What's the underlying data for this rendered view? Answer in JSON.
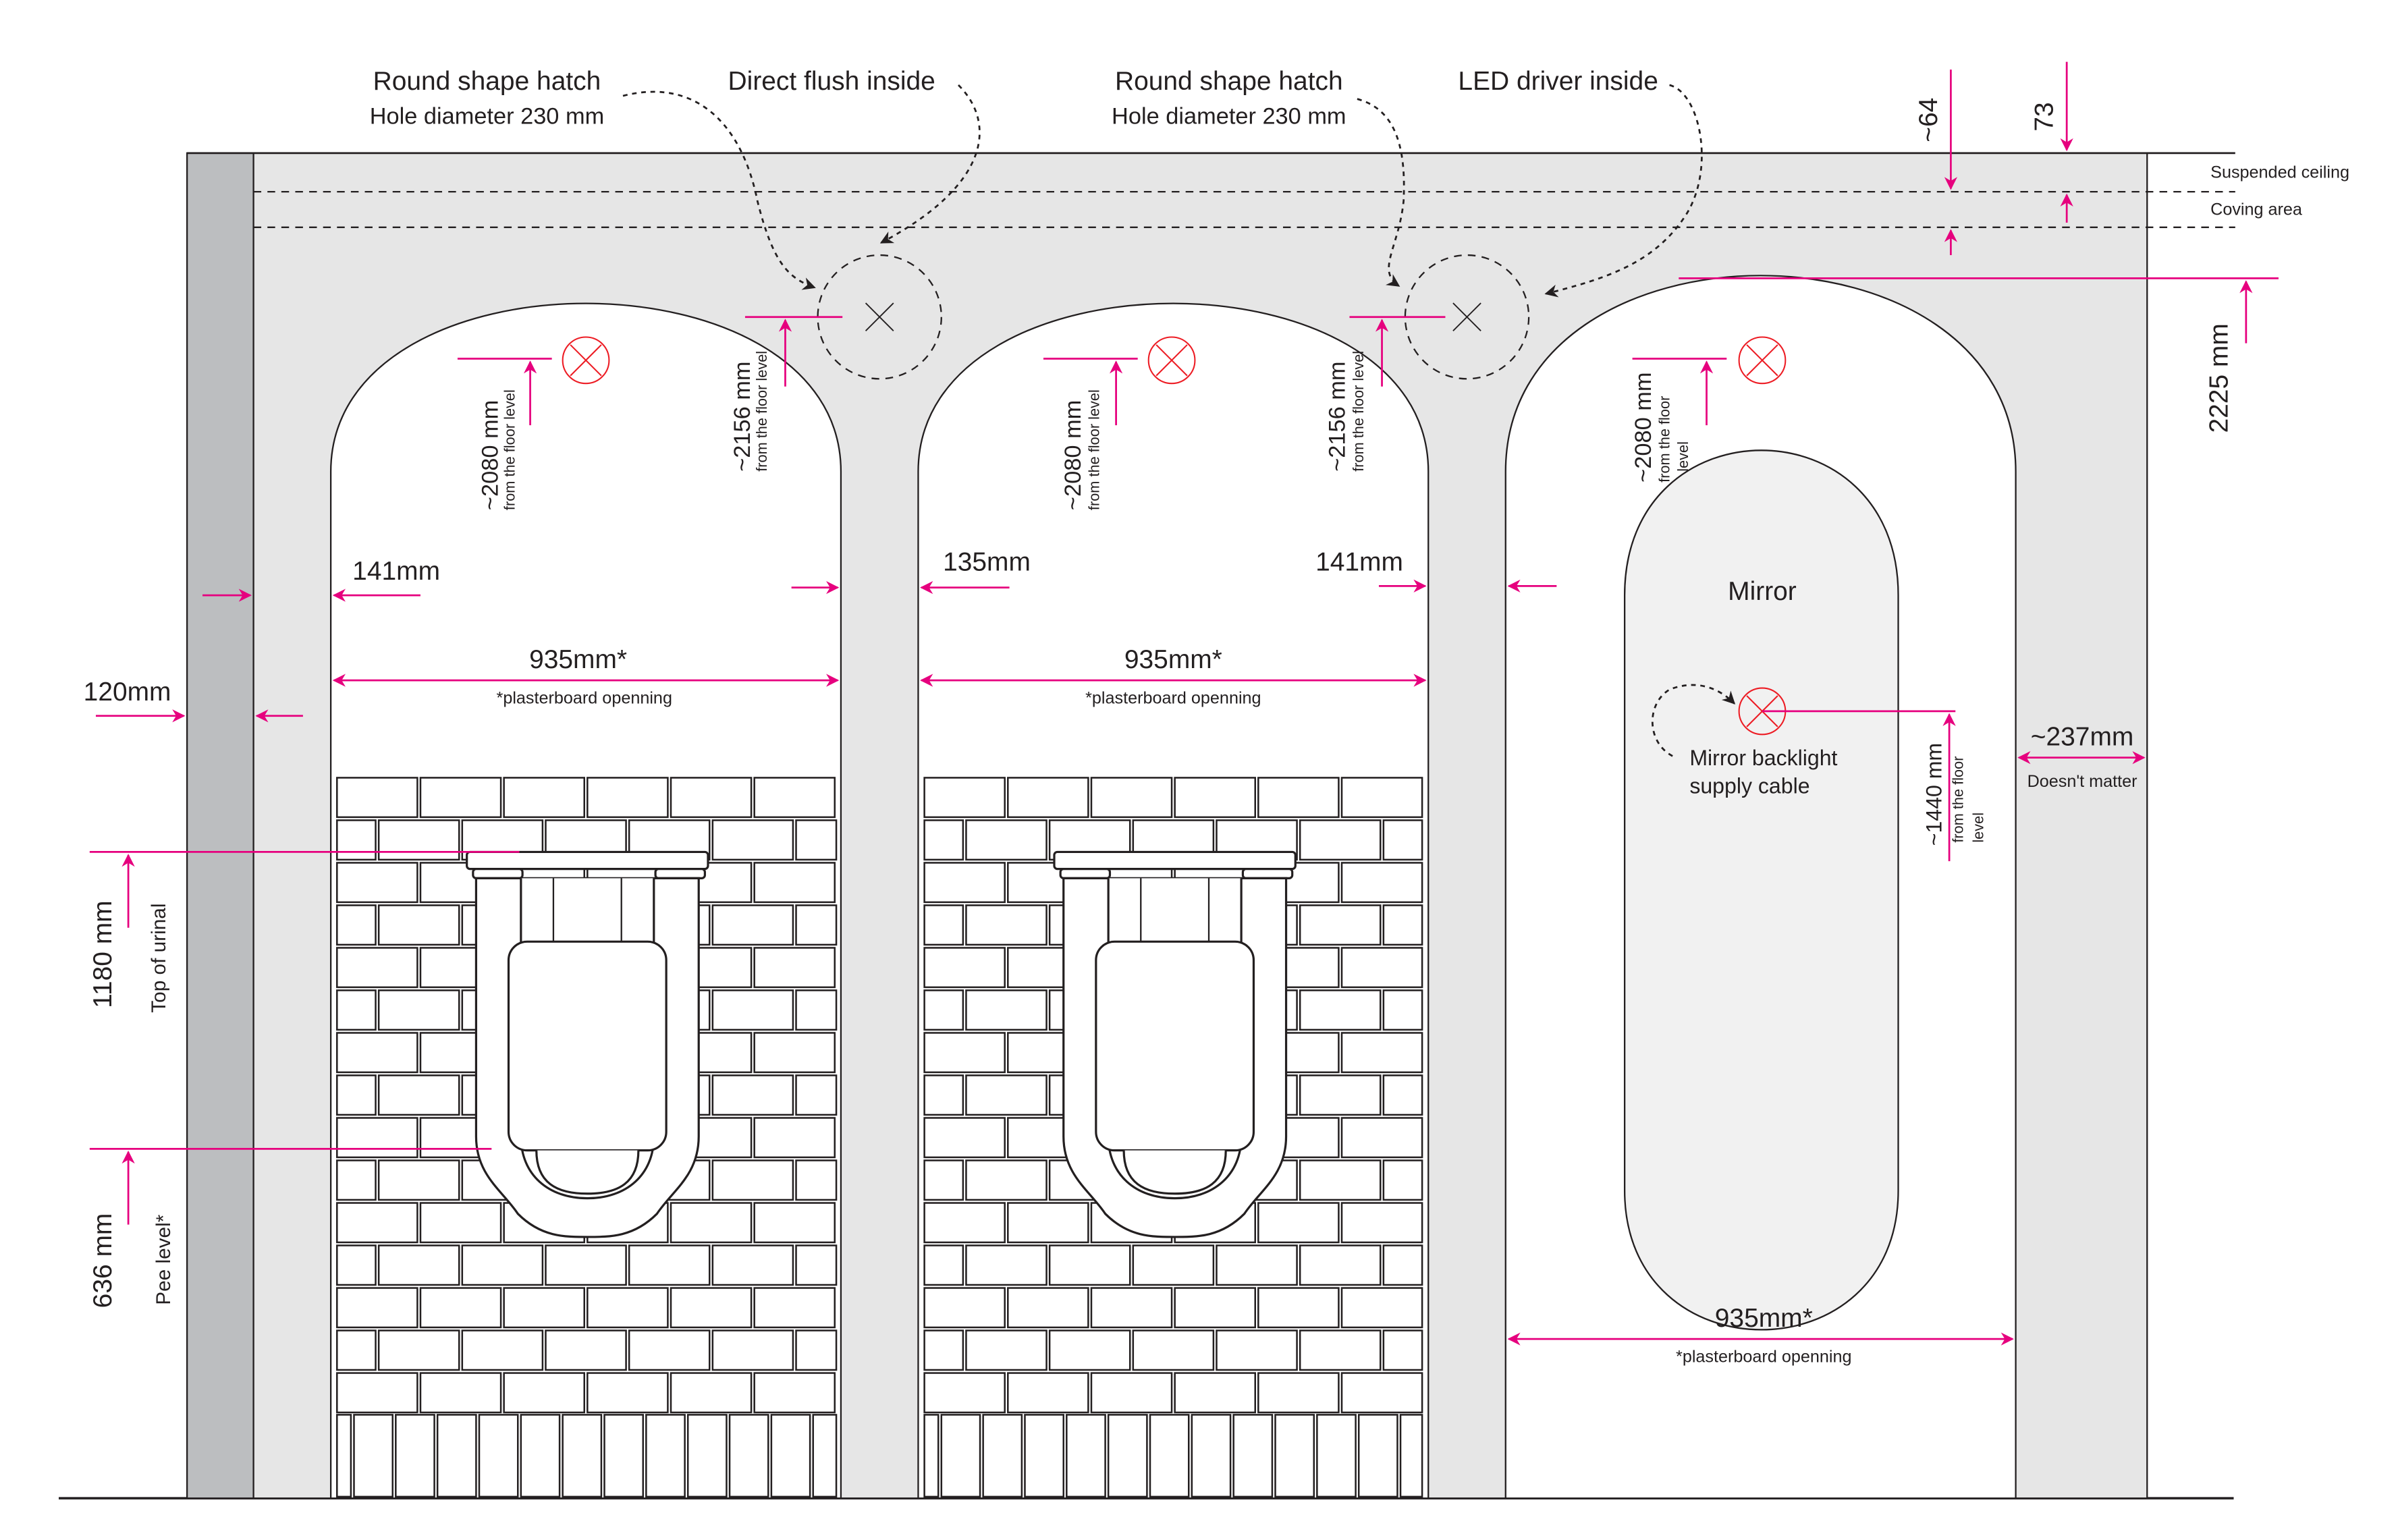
{
  "title": "Urinal and mirror wall elevation",
  "colors": {
    "dimension": "#e6007e",
    "light_fixture": "#ed1c24",
    "wall": "#e6e6e6",
    "outer_wall": "#bcbec0",
    "mirror": "#f1f1f1",
    "line": "#231f20"
  },
  "callouts": {
    "hatch1_title": "Round shape hatch",
    "hatch1_sub": "Hole diameter 230 mm",
    "flush": "Direct flush inside",
    "hatch2_title": "Round shape hatch",
    "hatch2_sub": "Hole diameter 230 mm",
    "led": "LED driver inside",
    "mirror": "Mirror",
    "mirror_cable_1": "Mirror backlight",
    "mirror_cable_2": "supply cable"
  },
  "ceiling": {
    "suspended": "Suspended ceiling",
    "coving": "Coving area",
    "dim_64": "~64",
    "dim_73": "73",
    "dim_2225": "2225 mm"
  },
  "heights": {
    "light1": "~2080 mm",
    "light1_sub": "from the floor level",
    "hatch1": "~2156 mm",
    "hatch1_sub": "from the floor level",
    "light2": "~2080 mm",
    "light2_sub": "from the floor level",
    "hatch2": "~2156 mm",
    "hatch2_sub": "from the floor level",
    "light3": "~2080 mm",
    "light3_sub1": "from the floor",
    "light3_sub2": "level",
    "mirror_cable": "~1440 mm",
    "mirror_cable_sub1": "from the floor",
    "mirror_cable_sub2": "level",
    "urinal_top": "1180 mm",
    "urinal_top_sub": "Top of urinal",
    "pee_level": "636 mm",
    "pee_level_sub": "Pee level*"
  },
  "widths": {
    "outer_wall": "120mm",
    "pier1": "141mm",
    "pier2_left": "135mm",
    "pier2_right": "141mm",
    "bay1": "935mm*",
    "bay2": "935mm*",
    "bay3": "935mm*",
    "bay_note": "*plasterboard openning",
    "right_pier": "~237mm",
    "right_pier_note": "Doesn't matter"
  }
}
